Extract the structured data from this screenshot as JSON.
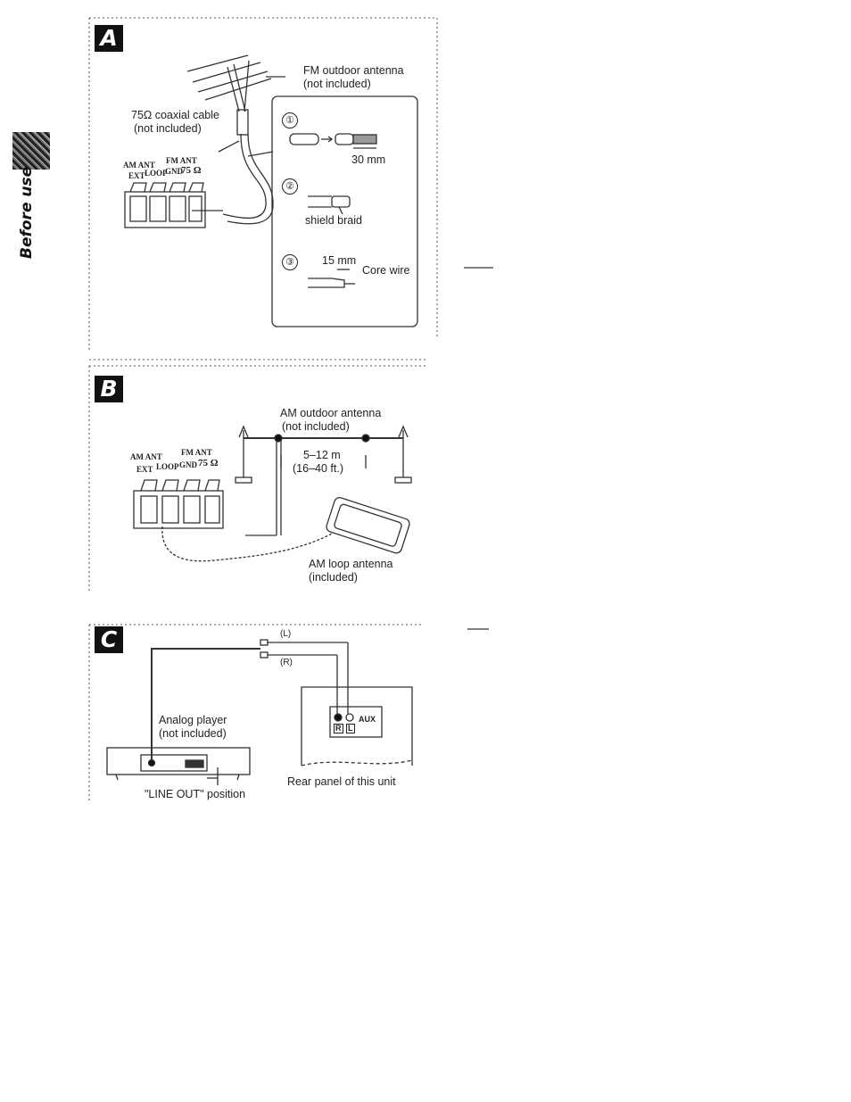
{
  "side": {
    "label": "Before use"
  },
  "panel_a": {
    "letter": "A",
    "fm_antenna_line1": "FM outdoor antenna",
    "fm_antenna_line2": "(not included)",
    "cable_line1": "75Ω coaxial cable",
    "cable_line2": "(not included)",
    "terminal_am_ant": "AM ANT",
    "terminal_fm_ant": "FM ANT",
    "terminal_ext": "EXT",
    "terminal_loop": "LOOP",
    "terminal_gnd": "GND",
    "terminal_75": "75 Ω",
    "step1": "①",
    "step1_measure": "30 mm",
    "step2": "②",
    "step2_label": "shield braid",
    "step3": "③",
    "step3_measure": "15 mm",
    "step3_label": "Core wire"
  },
  "panel_b": {
    "letter": "B",
    "am_outdoor_line1": "AM outdoor antenna",
    "am_outdoor_line2": "(not included)",
    "span_metric": "5–12 m",
    "span_imperial": "(16–40 ft.)",
    "terminal_am_ant": "AM ANT",
    "terminal_fm_ant": "FM ANT",
    "terminal_ext": "EXT",
    "terminal_loop": "LOOP",
    "terminal_gnd": "GND",
    "terminal_75": "75 Ω",
    "loop_line1": "AM loop antenna",
    "loop_line2": "(included)"
  },
  "panel_c": {
    "letter": "C",
    "channel_left": "(L)",
    "channel_right": "(R)",
    "player_line1": "Analog player",
    "player_line2": "(not included)",
    "aux_label": "AUX",
    "jack_r": "R",
    "jack_l": "L",
    "rear_panel": "Rear panel of this unit",
    "line_out": "\"LINE OUT\" position"
  }
}
